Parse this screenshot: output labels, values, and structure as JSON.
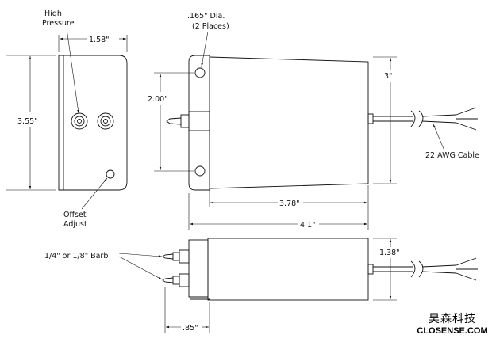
{
  "labels": {
    "high_pressure_1": "High",
    "high_pressure_2": "Pressure",
    "width_1_58": "1.58\"",
    "height_3_55": "3.55\"",
    "offset_adjust_1": "Offset",
    "offset_adjust_2": "Adjust",
    "hole_dia_1": ".165\" Dia.",
    "hole_dia_2": "(2 Places)",
    "hole_spacing_2_00": "2.00\"",
    "cable_dim_3": "3\"",
    "cable_type": "22 AWG Cable",
    "length_3_78": "3.78\"",
    "length_4_1": "4.1\"",
    "barb": "1/4\" or 1/8\" Barb",
    "height_1_38": "1.38\"",
    "offset_85": ".85\""
  },
  "brand": {
    "chinese": "昊森科技",
    "english": "CLOSENSE.COM"
  }
}
